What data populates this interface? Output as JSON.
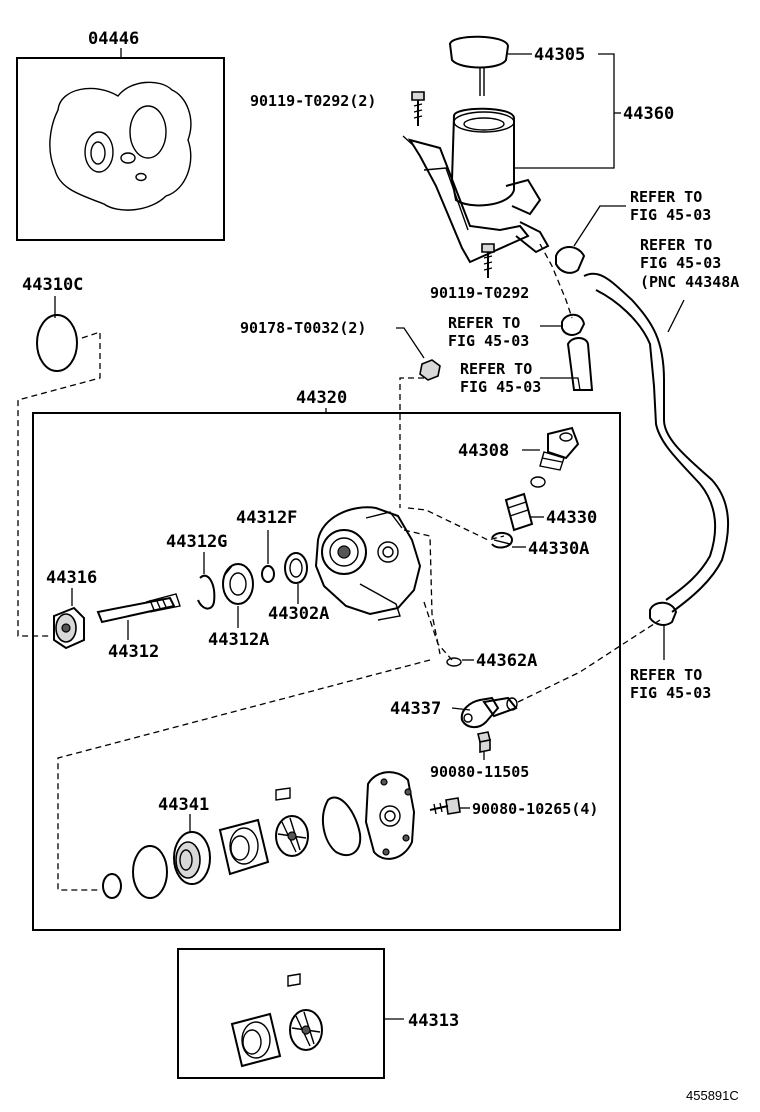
{
  "labels": {
    "p04446": "04446",
    "p44305": "44305",
    "p44360": "44360",
    "p90119_t0292_2": "90119-T0292(2)",
    "p90119_t0292": "90119-T0292",
    "p44310c": "44310C",
    "p90178_t0032_2": "90178-T0032(2)",
    "p44320": "44320",
    "p44308": "44308",
    "p44330": "44330",
    "p44330a": "44330A",
    "p44312f": "44312F",
    "p44312g": "44312G",
    "p44316": "44316",
    "p44312": "44312",
    "p44312a": "44312A",
    "p44302a": "44302A",
    "p44362a": "44362A",
    "p44337": "44337",
    "p90080_11505": "90080-11505",
    "p44341": "44341",
    "p90080_10265_4": "90080-10265(4)",
    "p44313": "44313",
    "figure_code": "455891C"
  },
  "references": {
    "ref1_line1": "REFER TO",
    "ref1_line2": "FIG 45-03",
    "ref2_line1": "REFER TO",
    "ref2_line2": "FIG 45-03",
    "ref2_line3": "(PNC 44348A",
    "ref3_line1": "REFER TO",
    "ref3_line2": "FIG 45-03",
    "ref4_line1": "REFER TO",
    "ref4_line2": "FIG 45-03",
    "ref5_line1": "REFER TO",
    "ref5_line2": "FIG 45-03"
  }
}
